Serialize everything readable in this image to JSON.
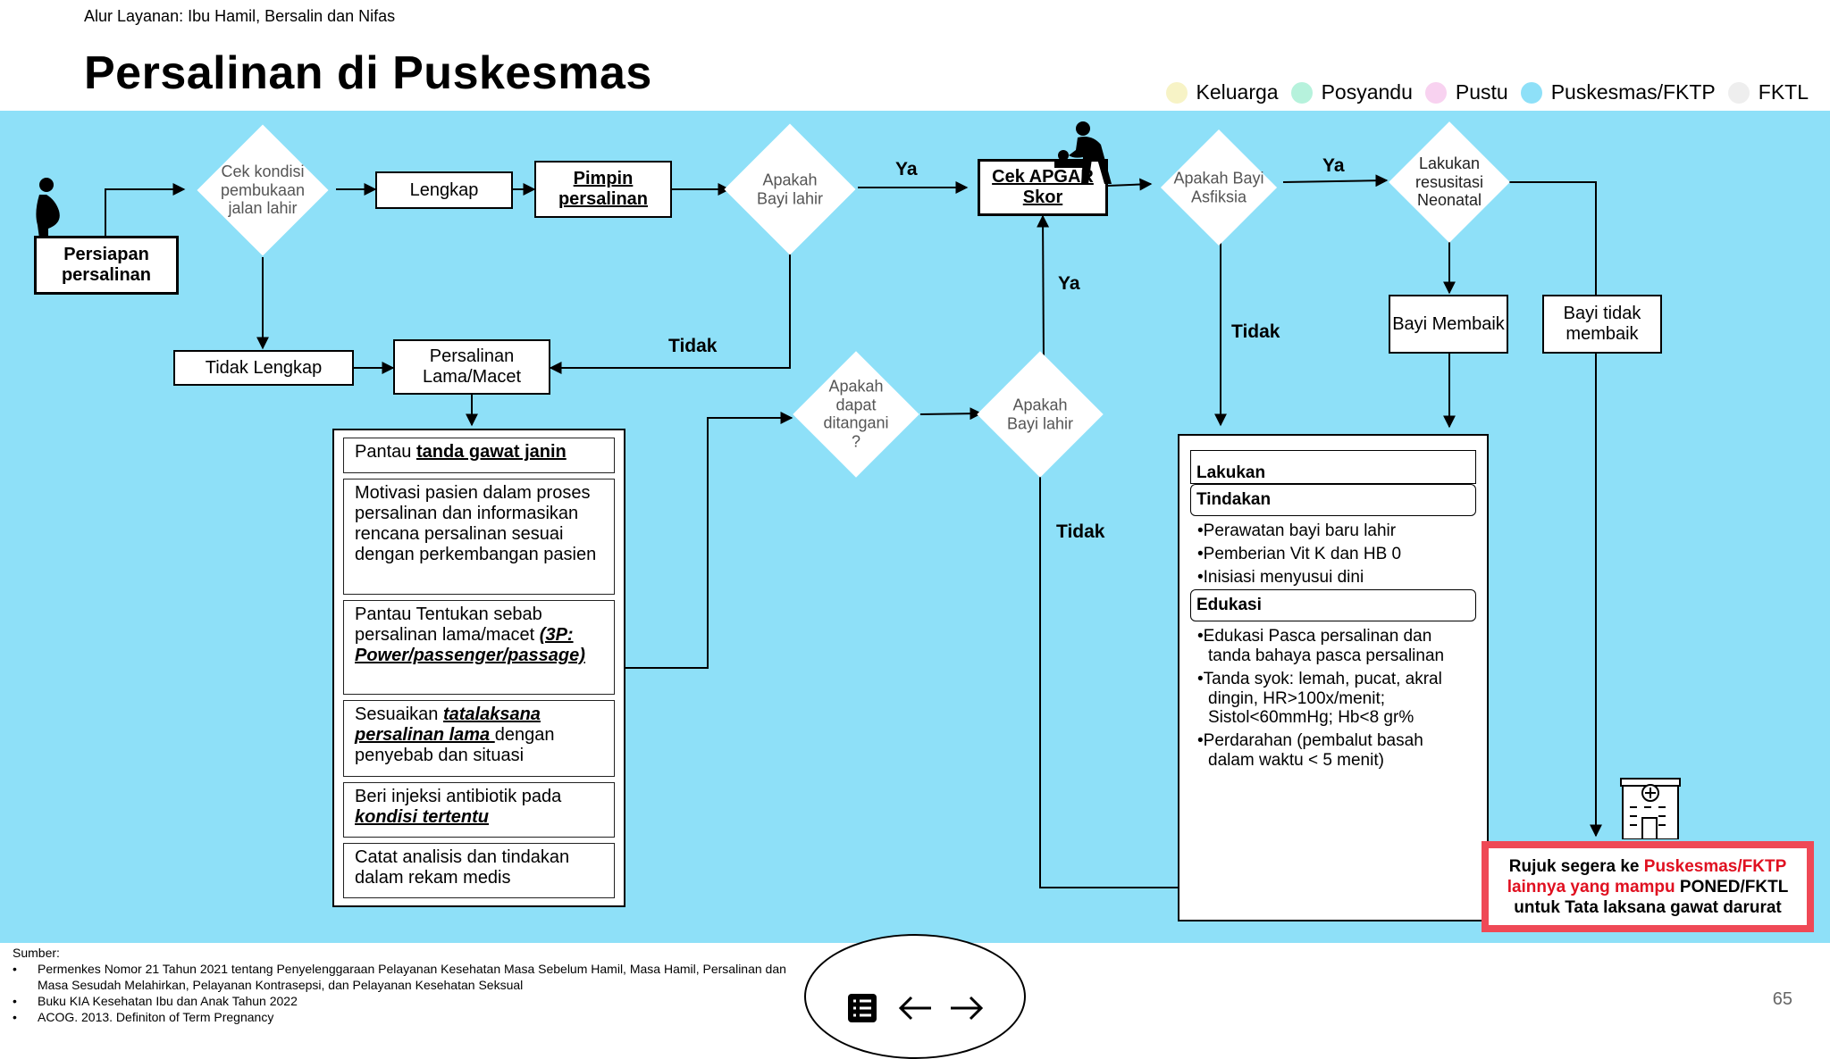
{
  "header": {
    "breadcrumb": "Alur Layanan: Ibu Hamil, Bersalin dan Nifas",
    "title": "Persalinan di Puskesmas"
  },
  "legend": [
    {
      "label": "Keluarga",
      "color": "#f7f3c6"
    },
    {
      "label": "Posyandu",
      "color": "#b6f2dc"
    },
    {
      "label": "Pustu",
      "color": "#f8d2f0"
    },
    {
      "label": "Puskesmas/FKTP",
      "color": "#8ee0f8"
    },
    {
      "label": "FKTL",
      "color": "#eeeeee"
    }
  ],
  "colors": {
    "canvas": "#8ee0f8",
    "accent_red": "#ef4956",
    "text_red": "#e01020"
  },
  "diagram": {
    "start": "Persiapan persalinan",
    "d_cek_kondisi": "Cek kondisi pembukaan jalan lahir",
    "lengkap": "Lengkap",
    "tidak_lengkap": "Tidak Lengkap",
    "pimpin": "Pimpin persalinan",
    "d_bayi_lahir_1": "Apakah Bayi lahir",
    "ya_1": "Ya",
    "tidak_1": "Tidak",
    "lama_macet": "Persalinan Lama/Macet",
    "cek_apgar": "Cek APGAR Skor",
    "d_asfiksia": "Apakah Bayi Asfiksia",
    "ya_2": "Ya",
    "tidak_2": "Tidak",
    "d_resusitasi": "Lakukan resusitasi Neonatal",
    "bayi_membaik": "Bayi Membaik",
    "bayi_tidak_membaik": "Bayi tidak membaik",
    "d_dapat_ditangani": "Apakah dapat ditangani ?",
    "d_bayi_lahir_2": "Apakah Bayi lahir",
    "ya_3": "Ya",
    "tidak_3": "Tidak",
    "monitor_panel": {
      "item1_pre": "Pantau ",
      "item1_em": "tanda gawat janin",
      "item2": "Motivasi pasien dalam proses persalinan dan informasikan rencana persalinan sesuai dengan perkembangan pasien",
      "item3_pre": "Pantau Tentukan sebab persalinan lama/macet ",
      "item3_em": "(3P: Power/passenger/passage)",
      "item4_pre": "Sesuaikan ",
      "item4_em": "tatalaksana persalinan lama ",
      "item4_post": "dengan penyebab dan situasi",
      "item5_pre": "Beri injeksi antibiotik pada ",
      "item5_em": "kondisi tertentu",
      "item6": "Catat analisis dan tindakan dalam rekam medis"
    },
    "action_panel": {
      "h1": "Lakukan",
      "h2": "Tindakan",
      "tindakan": [
        "•Perawatan bayi baru lahir",
        "•Pemberian Vit K dan HB 0",
        "•Inisiasi menyusui dini"
      ],
      "h3": "Edukasi",
      "edukasi": [
        "•Edukasi Pasca persalinan dan tanda bahaya pasca persalinan",
        "•Tanda syok: lemah, pucat, akral dingin, HR>100x/menit; Sistol<60mmHg; Hb<8 gr%",
        "•Perdarahan (pembalut basah dalam waktu < 5 menit)"
      ]
    },
    "refer": {
      "pre": "Rujuk segera ke ",
      "red": "Puskesmas/FKTP lainnya yang mampu",
      "post": " PONED/FKTL untuk Tata laksana gawat darurat"
    }
  },
  "sources": {
    "heading": "Sumber:",
    "items": [
      "Permenkes Nomor 21 Tahun 2021 tentang Penyelenggaraan Pelayanan Kesehatan Masa Sebelum Hamil, Masa Hamil, Persalinan dan Masa Sesudah Melahirkan, Pelayanan Kontrasepsi, dan Pelayanan Kesehatan Seksual",
      "Buku KIA Kesehatan Ibu dan Anak Tahun 2022",
      "ACOG. 2013. Definiton of Term Pregnancy"
    ]
  },
  "nav": {
    "menu_icon": "list-icon",
    "back_icon": "arrow-left-icon",
    "forward_icon": "arrow-right-icon"
  },
  "page_number": "65"
}
